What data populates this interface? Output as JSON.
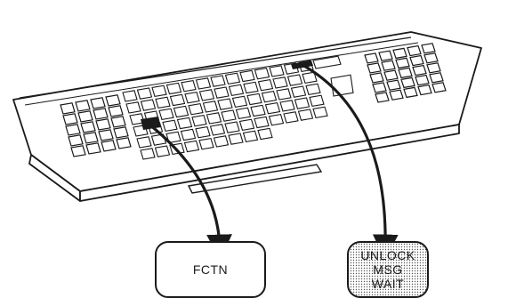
{
  "diagram": {
    "callouts": [
      {
        "name": "fctn-key",
        "lines": [
          "FCTN"
        ],
        "shaded": false
      },
      {
        "name": "unlock-msg-wait-key",
        "lines": [
          "UNLOCK",
          "MSG",
          "WAIT"
        ],
        "shaded": true
      }
    ],
    "colors": {
      "ink": "#1a1a1a",
      "paper": "#ffffff",
      "keyShade": "#d8d8d8"
    }
  }
}
